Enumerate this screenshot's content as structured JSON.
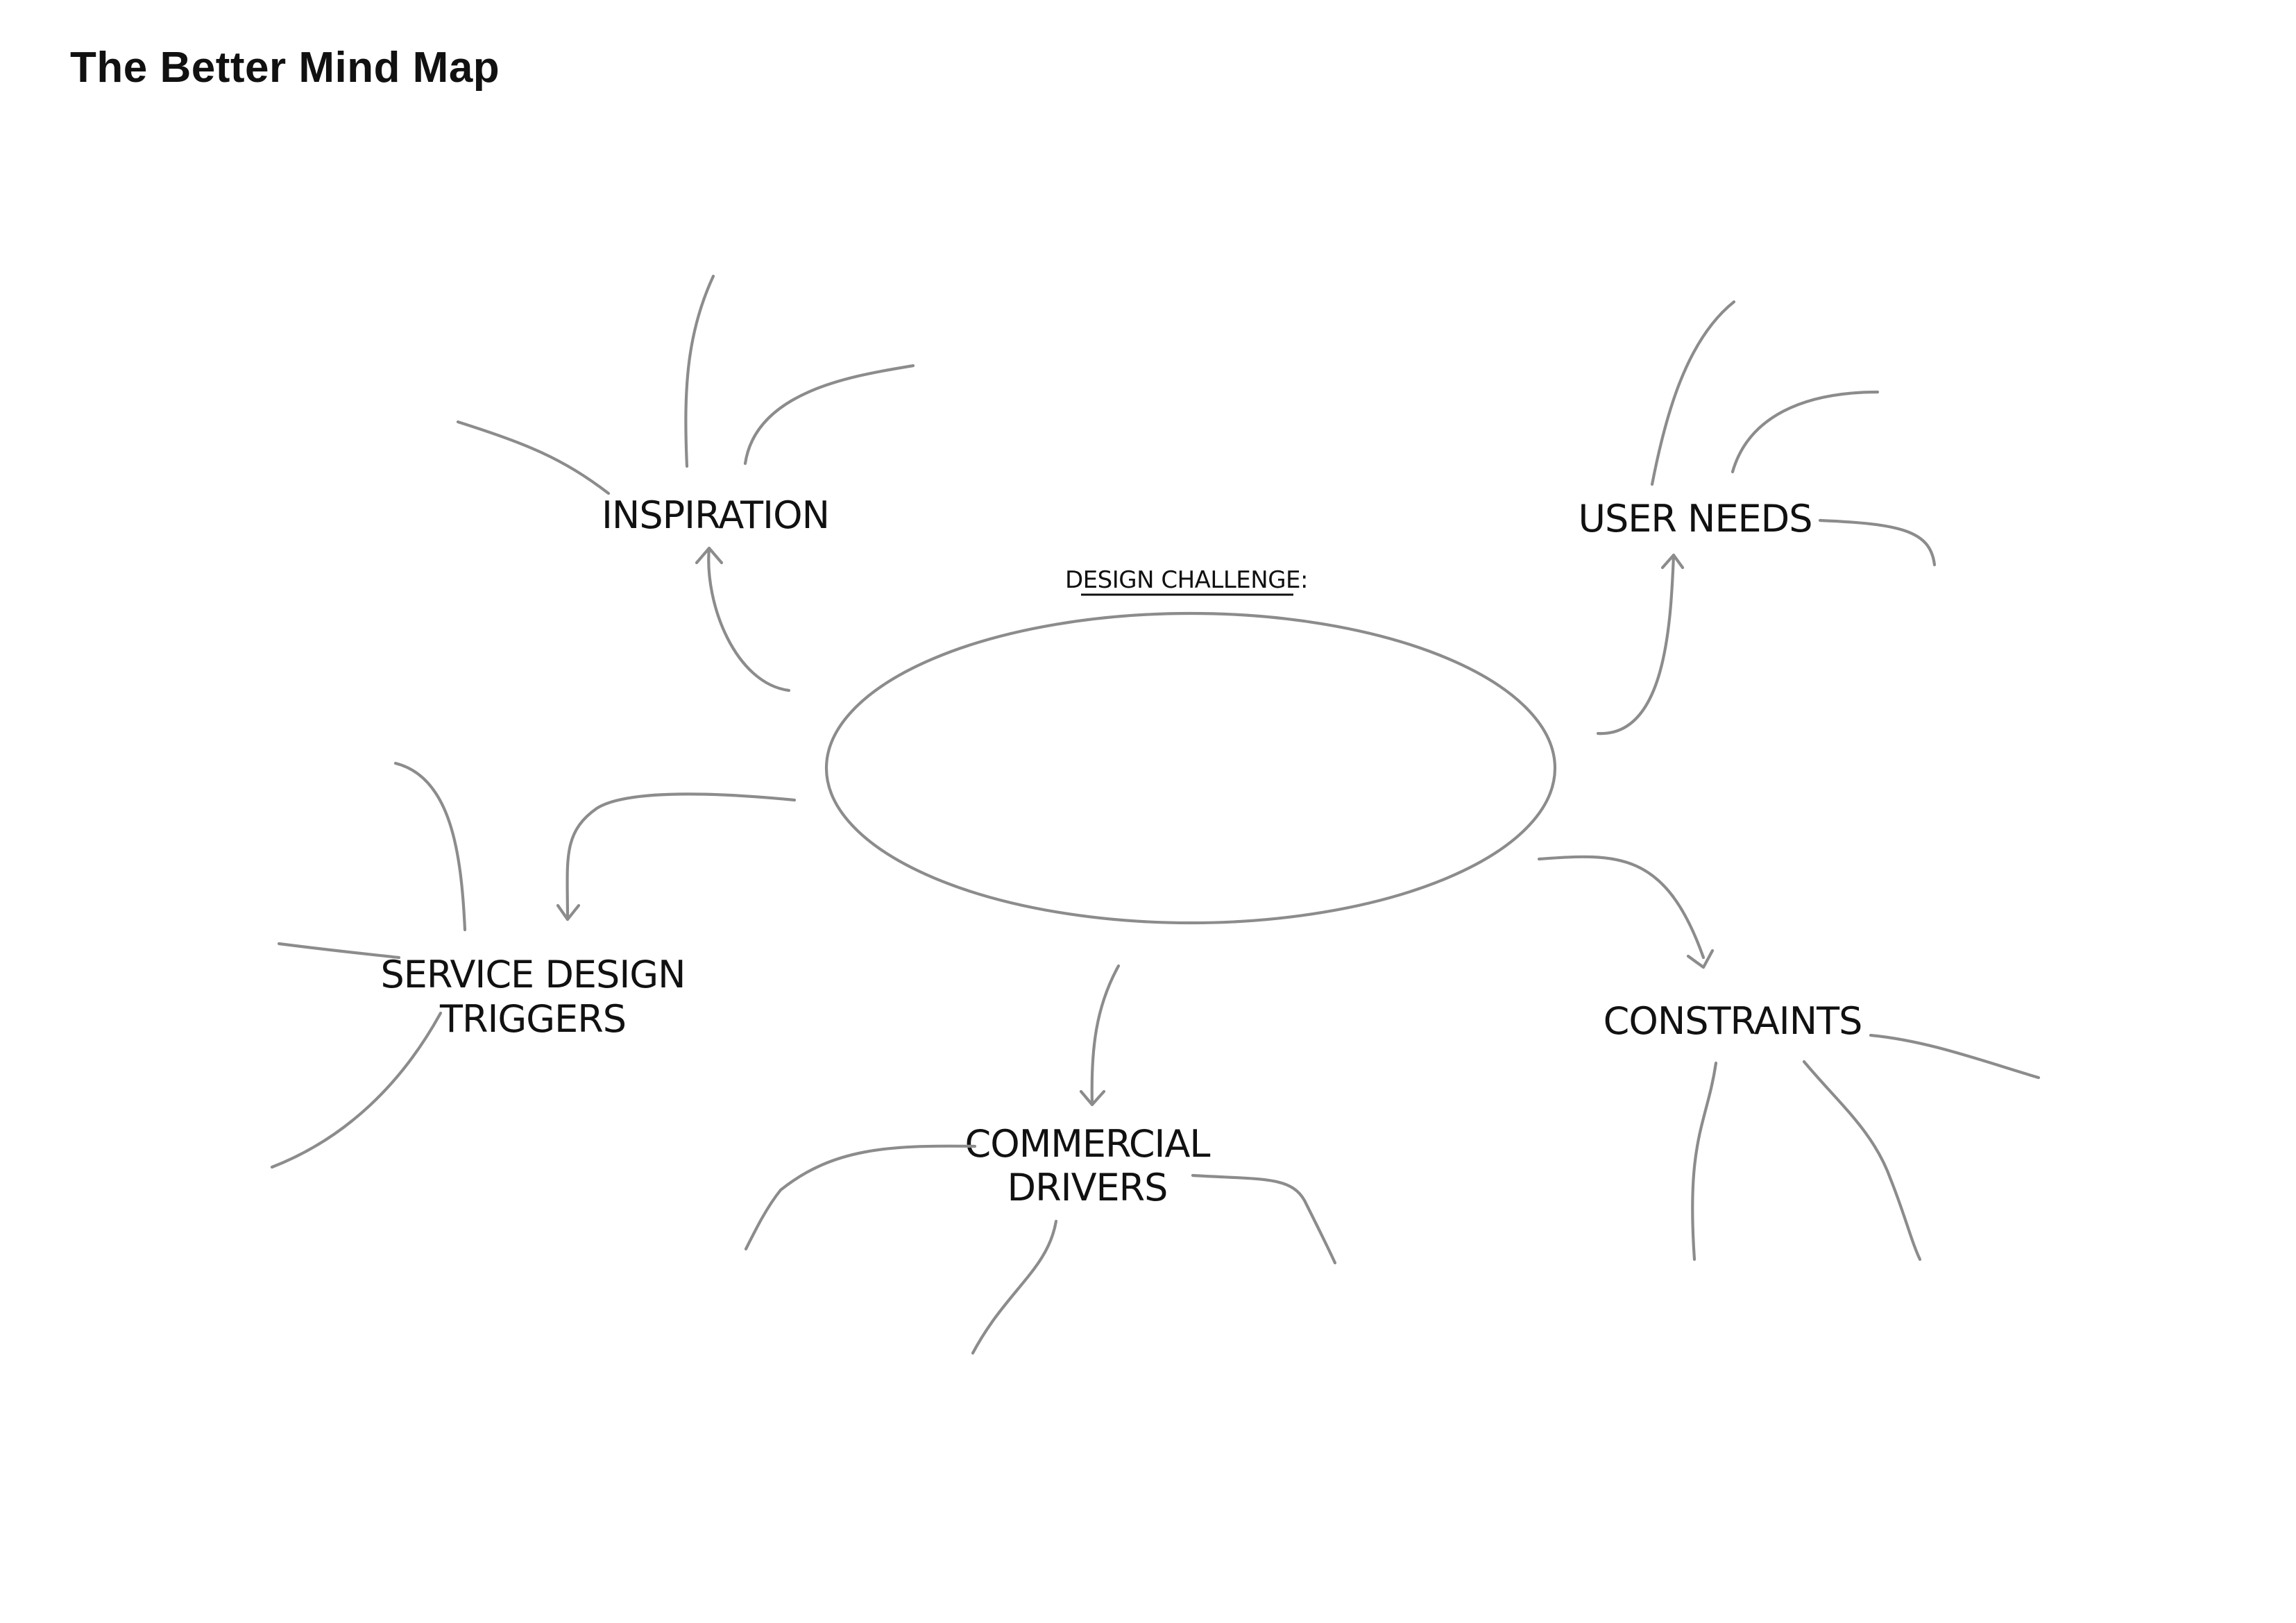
{
  "title": "The Better Mind Map",
  "center": {
    "label": "DESIGN CHALLENGE:"
  },
  "nodes": {
    "inspiration": {
      "lines": [
        "INSPIRATION"
      ]
    },
    "user_needs": {
      "lines": [
        "USER NEEDS"
      ]
    },
    "service_design_triggers": {
      "lines": [
        "SERVICE DESIGN",
        "TRIGGERS"
      ]
    },
    "commercial_drivers": {
      "lines": [
        "COMMERCIAL",
        "DRIVERS"
      ]
    },
    "constraints": {
      "lines": [
        "CONSTRAINTS"
      ]
    }
  },
  "colors": {
    "line": "#8c8c8c",
    "text": "#111111"
  }
}
